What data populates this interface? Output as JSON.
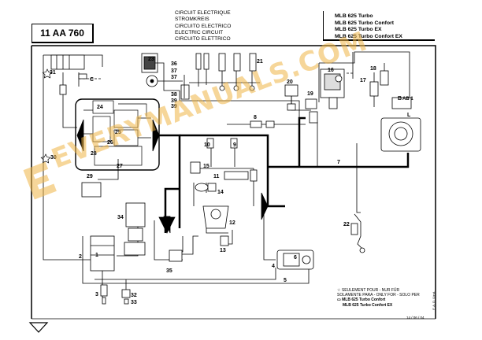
{
  "header": {
    "diagram_code": "11 AA 760",
    "titles": [
      "CIRCUIT ELECTRIQUE",
      "STROMKREIS",
      "CIRCUITO ELECTRICO",
      "ELECTRIC CIRCUIT",
      "CIRCUITO ELETTRICO"
    ],
    "models": [
      "MLB 625 Turbo",
      "MLB 625 Turbo Confort",
      "MLB 625 Turbo EX",
      "MLB 625 Turbo Confort EX"
    ]
  },
  "legend": {
    "star_note_lines": [
      "SEULEMENT POUR - NUR FÜR",
      "SOLAMENTE PARA - ONLY FOR - SOLO PER"
    ],
    "models": [
      "MLB 625 Turbo Confort",
      "MLB 625 Turbo Confort EX"
    ]
  },
  "page_ref": "14 / 06 / 04",
  "side_ref": "F. A. D. 0.ind.",
  "watermark": "EVERYMANUALS.COM",
  "callouts": {
    "n1": "1",
    "n2": "2",
    "n3": "3",
    "n4": "4",
    "n5": "5",
    "n6": "6",
    "n7": "7",
    "n8": "8",
    "n9": "9",
    "n10": "10",
    "n11": "11",
    "n12": "12",
    "n13": "13",
    "n14": "14",
    "n15": "15",
    "n16": "16",
    "n17": "17",
    "n18": "18",
    "n19": "19",
    "n20": "20",
    "n21": "21",
    "n22": "22",
    "n23": "23",
    "n24": "24",
    "n25": "25",
    "n26": "26",
    "n27": "27",
    "n28": "28",
    "n29": "29",
    "n30": "30",
    "n31": "31",
    "n32": "32",
    "n33": "33",
    "n34": "34",
    "n35": "35",
    "n36": "36",
    "n37a": "37",
    "n37b": "37",
    "n38": "38",
    "n39a": "39",
    "n39b": "39",
    "c": "C",
    "l": "L",
    "b": "B",
    "ab": "AB 1"
  },
  "colors": {
    "ink": "#000000",
    "watermark": "#eeb446"
  }
}
